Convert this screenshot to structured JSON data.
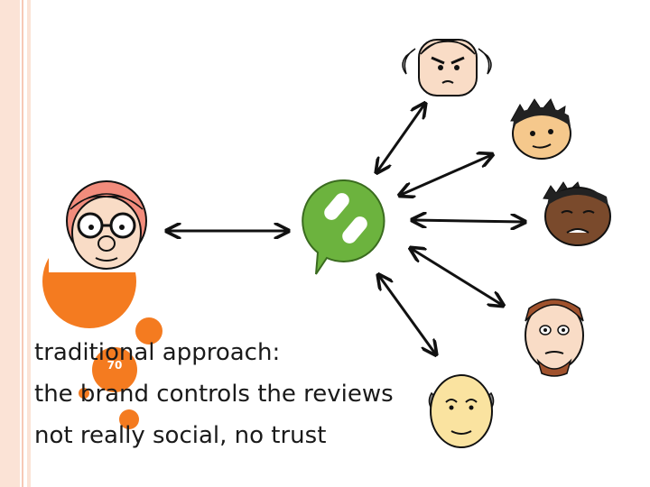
{
  "slide": {
    "lines": [
      "traditional approach:",
      "the brand controls the reviews",
      "not really social, no trust"
    ],
    "page_number": "70"
  },
  "icons": {
    "brand": "speech-bubble-logo-icon",
    "people": [
      "glasses-person-face",
      "old-man-face",
      "spiky-hair-face",
      "dark-skin-face",
      "brown-hair-face",
      "bald-man-face"
    ],
    "arrows": "double-headed-arrow"
  },
  "colors": {
    "accent": "#f47b20",
    "stripe": "#f9d9cb",
    "brand_green": "#6cb33e"
  }
}
